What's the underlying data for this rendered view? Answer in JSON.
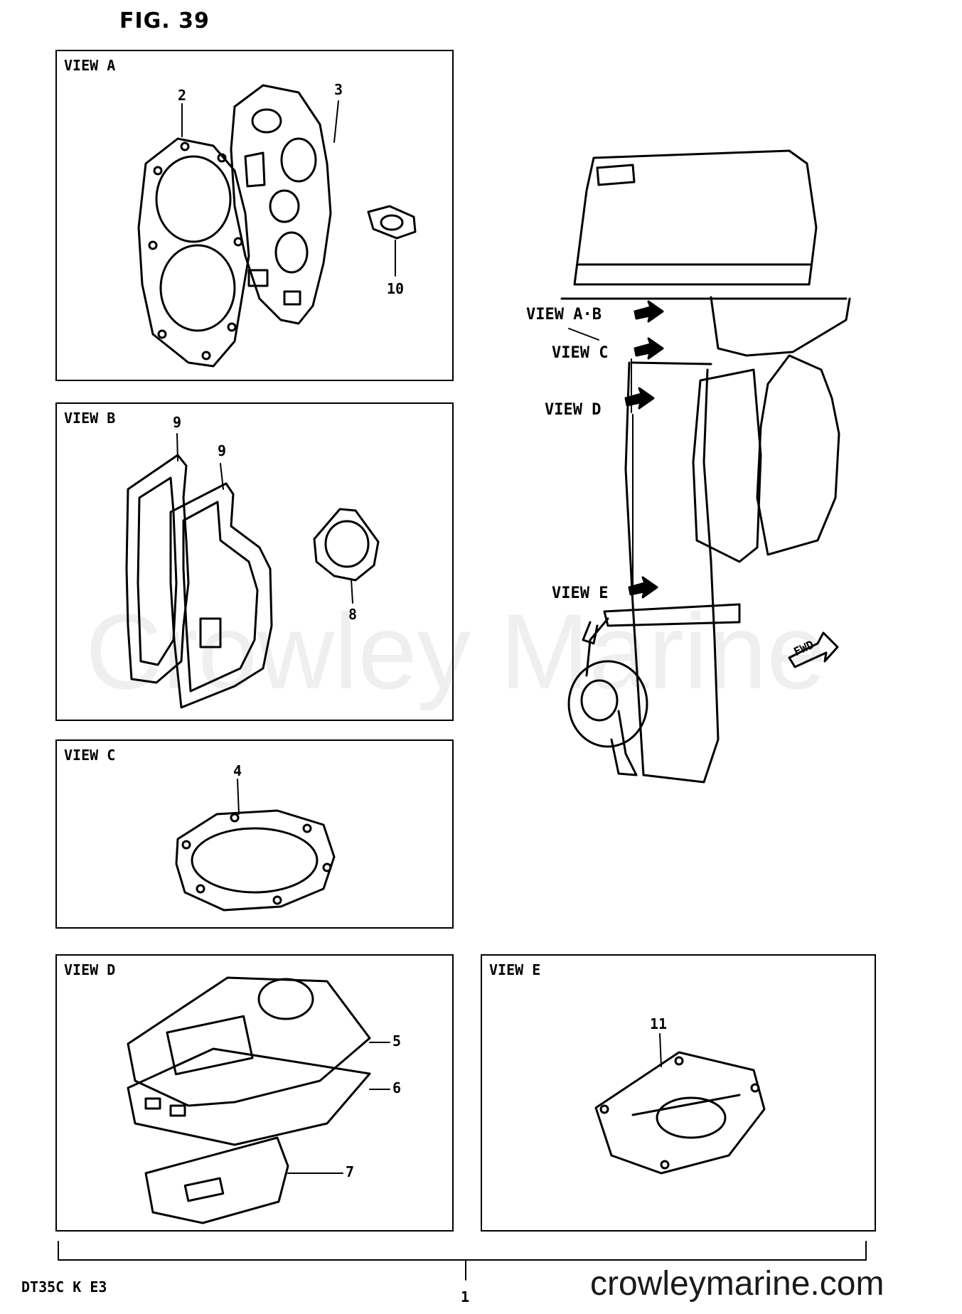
{
  "figure": {
    "title": "FIG. 39"
  },
  "watermark": "Crowley Marine",
  "views": {
    "a": {
      "label": "VIEW A",
      "callouts": [
        "2",
        "3",
        "10"
      ]
    },
    "b": {
      "label": "VIEW B",
      "callouts": [
        "9",
        "9",
        "8"
      ]
    },
    "c": {
      "label": "VIEW C",
      "callouts": [
        "4"
      ]
    },
    "d": {
      "label": "VIEW D",
      "callouts": [
        "5",
        "6",
        "7"
      ]
    },
    "e": {
      "label": "VIEW E",
      "callouts": [
        "11"
      ]
    }
  },
  "outboard": {
    "labels": [
      "VIEW A·B",
      "VIEW C",
      "VIEW D",
      "VIEW E"
    ],
    "fwd": "FWD"
  },
  "footer": {
    "model": "DT35C K E3",
    "page": "1",
    "site": "crowleymarine.com"
  }
}
